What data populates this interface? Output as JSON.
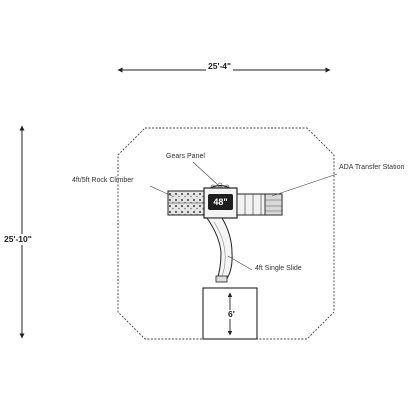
{
  "dimensions": {
    "width": "25'-4\"",
    "height": "25'-10\"",
    "slide_zone": "6'"
  },
  "labels": {
    "gears_panel": "Gears Panel",
    "rock_climber": "4ft/5ft Rock Climber",
    "ada_transfer": "ADA Transfer Station",
    "single_slide": "4ft Single Slide"
  },
  "platform": {
    "height_badge": "48\""
  }
}
